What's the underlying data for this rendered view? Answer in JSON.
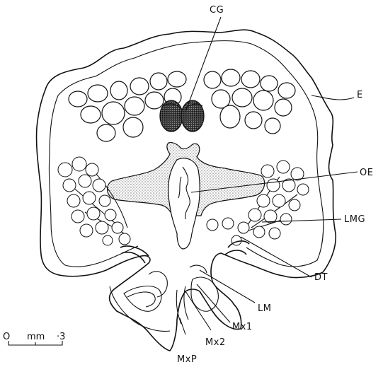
{
  "labels": {
    "cg": "CG",
    "e": "E",
    "oe": "OE",
    "lmg": "LMG",
    "dt": "DT",
    "lm": "LM",
    "mx1": "Mx1",
    "mx2": "Mx2",
    "mxp": "MxP"
  },
  "scale_bar": {
    "start": "O",
    "unit": "mm",
    "end": "·3"
  }
}
